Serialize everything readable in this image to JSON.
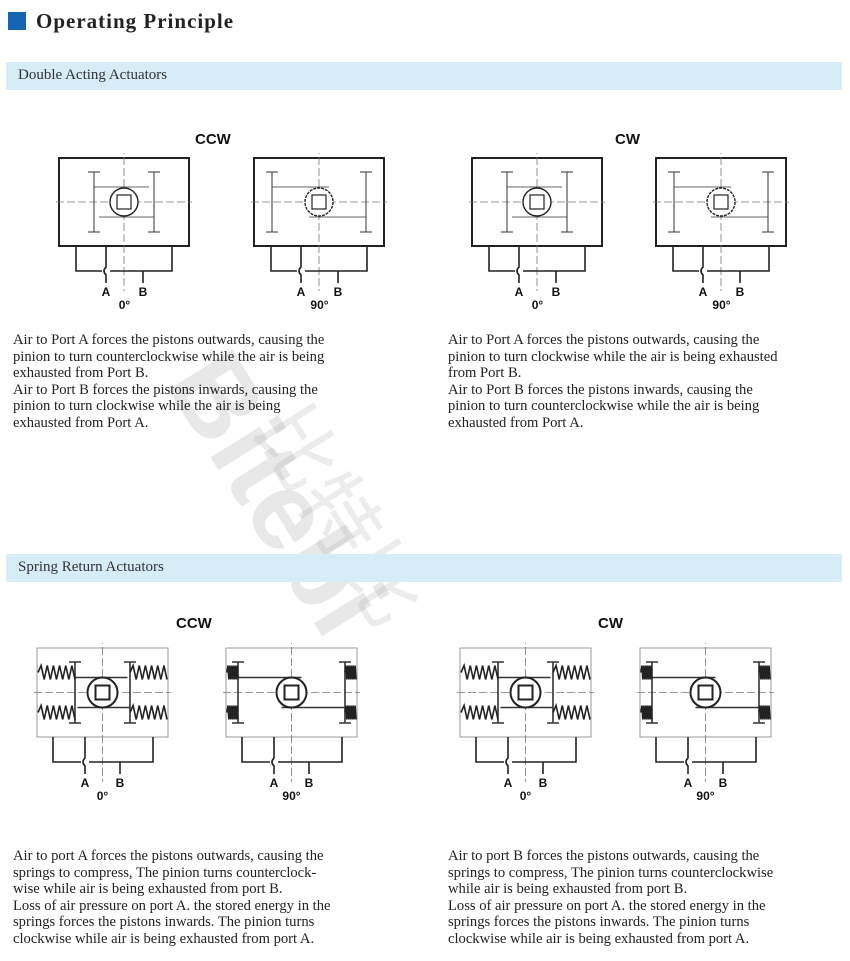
{
  "header": {
    "title": "Operating Principle",
    "accent": "#1565b0"
  },
  "watermark": {
    "brand": "Bitebi",
    "chinese": "比特比"
  },
  "double_acting": {
    "heading": "Double Acting Actuators",
    "ccw_label": "CCW",
    "cw_label": "CW",
    "diagrams": [
      {
        "port_a": "A",
        "port_b": "B",
        "angle": "0°",
        "state": "closed"
      },
      {
        "port_a": "A",
        "port_b": "B",
        "angle": "90°",
        "state": "open"
      },
      {
        "port_a": "A",
        "port_b": "B",
        "angle": "0°",
        "state": "closed"
      },
      {
        "port_a": "A",
        "port_b": "B",
        "angle": "90°",
        "state": "open"
      }
    ],
    "ccw_text": [
      "Air to Port A forces the pistons outwards, causing the",
      "pinion to turn counterclockwise while the air is being",
      "exhausted from Port B.",
      "Air to Port B forces the pistons inwards, causing the",
      "pinion to turn clockwise while the air is being",
      "exhausted from Port A."
    ],
    "cw_text": [
      "Air to Port A forces the pistons outwards, causing the",
      "pinion to turn clockwise while the air is being exhausted",
      "from Port B.",
      "Air to Port B forces the pistons inwards, causing the",
      "pinion to turn counterclockwise while the air is being",
      "exhausted from Port A."
    ]
  },
  "spring_return": {
    "heading": "Spring Return Actuators",
    "ccw_label": "CCW",
    "cw_label": "CW",
    "diagrams": [
      {
        "port_a": "A",
        "port_b": "B",
        "angle": "0°",
        "state": "closed"
      },
      {
        "port_a": "A",
        "port_b": "B",
        "angle": "90°",
        "state": "open"
      },
      {
        "port_a": "A",
        "port_b": "B",
        "angle": "0°",
        "state": "closed"
      },
      {
        "port_a": "A",
        "port_b": "B",
        "angle": "90°",
        "state": "open"
      }
    ],
    "ccw_text": [
      "Air to port A forces the pistons outwards, causing the",
      "springs to compress, The pinion turns counterclock-",
      "wise while air is being exhausted from port B.",
      "Loss of air pressure on port A. the stored energy in the",
      "springs forces the pistons inwards. The pinion turns",
      "clockwise while air is being exhausted from port A."
    ],
    "cw_text": [
      "Air to port B forces the pistons outwards, causing the",
      "springs to compress, The pinion turns counterclockwise",
      "while air is being exhausted from port B.",
      "Loss of air pressure on port A. the stored energy in the",
      "springs forces the pistons inwards. The pinion turns",
      "clockwise while air is being exhausted from port A."
    ]
  }
}
